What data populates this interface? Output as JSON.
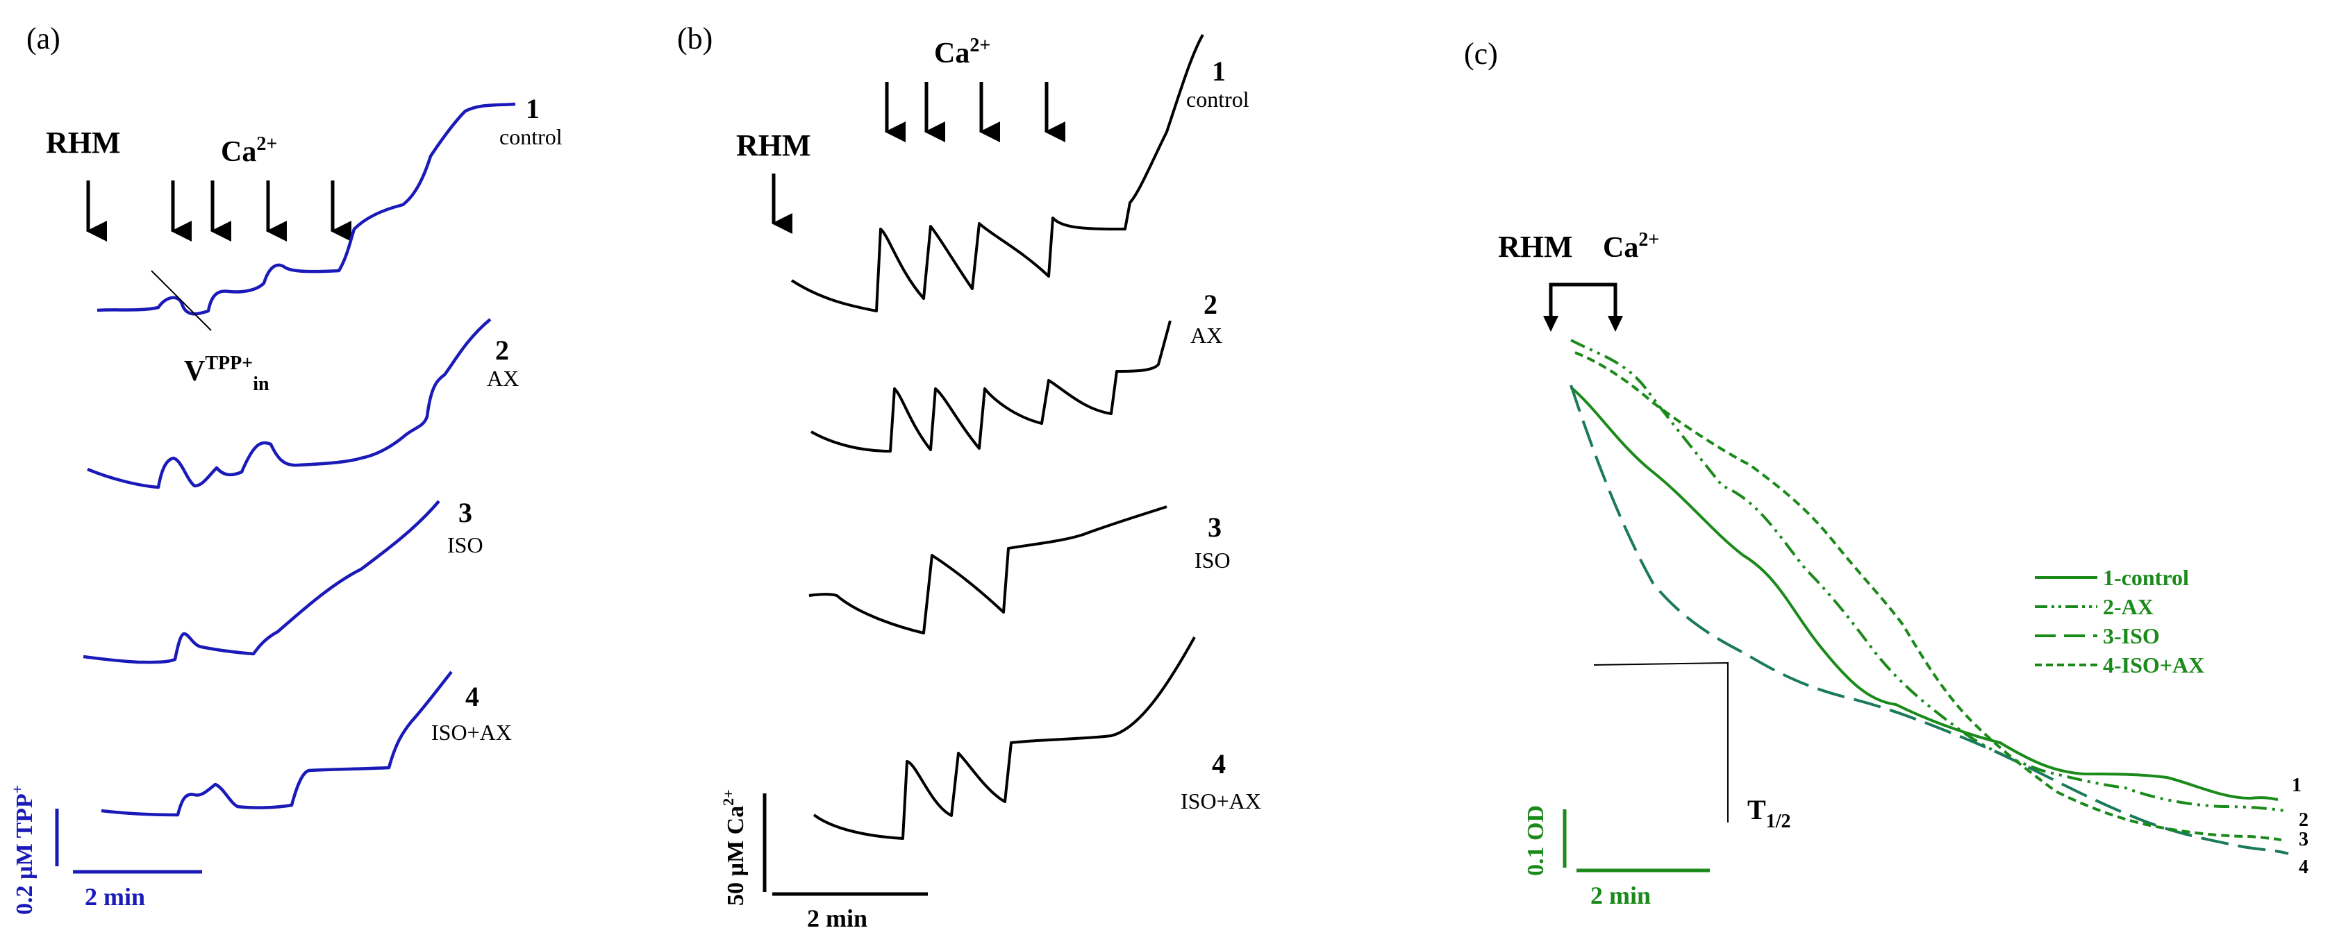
{
  "chart_data": [
    {
      "panel": "(a)",
      "type": "line",
      "color": "#1a1ab8",
      "markers": {
        "reagent_1": "RHM",
        "reagent_2": "Ca",
        "reagent_2_sup": "2+"
      },
      "rate_label": {
        "main": "V",
        "sup": "TPP+",
        "sub": "in"
      },
      "scale_bar": {
        "y_label": "0.2 µM TPP",
        "y_label_sup": "+",
        "x_label": "2 min"
      },
      "series": [
        {
          "num": "1",
          "name": "control",
          "values": [
            [
              0,
              0
            ],
            [
              0.5,
              0.02
            ],
            [
              1,
              0
            ],
            [
              1.5,
              0.1
            ],
            [
              1.8,
              0
            ],
            [
              2.1,
              0.05
            ],
            [
              2.5,
              0.18
            ],
            [
              3.2,
              0.12
            ],
            [
              3.8,
              0.25
            ],
            [
              4.3,
              0.5
            ],
            [
              4.9,
              0.8
            ],
            [
              5.5,
              1.4
            ],
            [
              6.2,
              1.7
            ]
          ]
        },
        {
          "num": "2",
          "name": "AX",
          "values": [
            [
              0,
              0
            ],
            [
              1,
              0.1
            ],
            [
              1.5,
              0.25
            ],
            [
              2,
              0.05
            ],
            [
              2.6,
              0.2
            ],
            [
              3.2,
              0.05
            ],
            [
              3.8,
              0.25
            ],
            [
              4.3,
              0.1
            ],
            [
              5.5,
              0.2
            ],
            [
              6.2,
              0.4
            ],
            [
              6.8,
              0.9
            ]
          ]
        },
        {
          "num": "3",
          "name": "ISO",
          "values": [
            [
              0,
              0
            ],
            [
              1.5,
              0
            ],
            [
              2.2,
              0.1
            ],
            [
              2.6,
              0.3
            ],
            [
              3,
              0.15
            ],
            [
              4.2,
              0.1
            ],
            [
              5,
              0.4
            ],
            [
              6,
              0.8
            ],
            [
              6.7,
              1.2
            ]
          ]
        },
        {
          "num": "4",
          "name": "ISO+AX",
          "values": [
            [
              0,
              0
            ],
            [
              1.4,
              0.02
            ],
            [
              1.8,
              0.1
            ],
            [
              2.5,
              0.2
            ],
            [
              3.2,
              0.02
            ],
            [
              3.8,
              0.15
            ],
            [
              5,
              0.2
            ],
            [
              5.7,
              0.3
            ],
            [
              6.3,
              0.8
            ],
            [
              6.8,
              1.1
            ]
          ]
        }
      ]
    },
    {
      "panel": "(b)",
      "type": "line",
      "color": "#000000",
      "markers": {
        "reagent_1": "RHM",
        "reagent_2": "Ca",
        "reagent_2_sup": "2+"
      },
      "scale_bar": {
        "y_label": "50 µM Ca",
        "y_label_sup": "2+",
        "x_label": "2 min"
      },
      "series": [
        {
          "num": "1",
          "name": "control",
          "values": [
            [
              0,
              0
            ],
            [
              1.5,
              0.1
            ],
            [
              1.6,
              0.8
            ],
            [
              2.1,
              0.1
            ],
            [
              2.2,
              0.8
            ],
            [
              2.7,
              0.1
            ],
            [
              2.8,
              0.8
            ],
            [
              3.7,
              0.4
            ],
            [
              3.8,
              0.8
            ],
            [
              4.8,
              0.8
            ],
            [
              5.3,
              2
            ],
            [
              6,
              3.5
            ]
          ]
        },
        {
          "num": "2",
          "name": "AX",
          "values": [
            [
              0,
              0
            ],
            [
              1.2,
              0.1
            ],
            [
              1.3,
              0.6
            ],
            [
              1.6,
              0.1
            ],
            [
              1.8,
              0.6
            ],
            [
              2.3,
              0.1
            ],
            [
              2.5,
              0.6
            ],
            [
              3.3,
              0.4
            ],
            [
              3.5,
              0.6
            ],
            [
              4.7,
              0.6
            ],
            [
              4.8,
              0.9
            ]
          ]
        },
        {
          "num": "3",
          "name": "ISO",
          "values": [
            [
              0,
              0
            ],
            [
              0.4,
              0
            ],
            [
              1.5,
              -0.3
            ],
            [
              1.6,
              0.4
            ],
            [
              2.4,
              0.05
            ],
            [
              2.5,
              0.5
            ],
            [
              3.4,
              0.6
            ],
            [
              5,
              0.8
            ]
          ]
        },
        {
          "num": "4",
          "name": "ISO+AX",
          "values": [
            [
              0,
              0
            ],
            [
              1.3,
              -0.2
            ],
            [
              1.4,
              0.6
            ],
            [
              2,
              0.2
            ],
            [
              2.2,
              0.6
            ],
            [
              2.7,
              0.2
            ],
            [
              2.9,
              0.6
            ],
            [
              4,
              0.7
            ],
            [
              5.3,
              1.5
            ]
          ]
        }
      ]
    },
    {
      "panel": "(c)",
      "type": "line",
      "color": "#1a8a1a",
      "markers": {
        "reagent_1": "RHM",
        "reagent_2": "Ca",
        "reagent_2_sup": "2+"
      },
      "t_half": {
        "main": "T",
        "sub": "1/2"
      },
      "scale_bar": {
        "y_label": "0.1 OD",
        "x_label": "2 min"
      },
      "legend": [
        {
          "label": "1-control",
          "dash": "solid",
          "color": "#1a8a1a"
        },
        {
          "label": "2-AX",
          "dash": "dashdotdot",
          "color": "#1a8a1a"
        },
        {
          "label": "3-ISO",
          "dash": "longdash",
          "color": "#1a8a1a"
        },
        {
          "label": "4-ISO+AX",
          "dash": "shortdash",
          "color": "#1a8a1a"
        }
      ],
      "series": [
        {
          "num": "1",
          "name": "1-control",
          "values": [
            [
              0,
              0
            ],
            [
              1,
              -0.6
            ],
            [
              2,
              -1
            ],
            [
              3,
              -1.5
            ],
            [
              4,
              -2.1
            ],
            [
              5,
              -2.3
            ],
            [
              6,
              -2.4
            ],
            [
              7,
              -2.6
            ],
            [
              8,
              -2.6
            ],
            [
              9,
              -2.7
            ]
          ]
        },
        {
          "num": "2",
          "name": "2-AX",
          "values": [
            [
              0,
              0.1
            ],
            [
              1,
              -0.05
            ],
            [
              2,
              -0.5
            ],
            [
              3,
              -1
            ],
            [
              4,
              -1.6
            ],
            [
              5,
              -2.1
            ],
            [
              6,
              -2.6
            ],
            [
              7,
              -2.8
            ],
            [
              8,
              -2.85
            ],
            [
              9,
              -2.9
            ]
          ]
        },
        {
          "num": "3",
          "name": "3-ISO",
          "values": [
            [
              0,
              0
            ],
            [
              0.5,
              -0.6
            ],
            [
              1,
              -1.1
            ],
            [
              2,
              -1.5
            ],
            [
              3,
              -1.7
            ],
            [
              4,
              -2
            ],
            [
              5,
              -2.4
            ],
            [
              6,
              -2.8
            ],
            [
              7,
              -3
            ],
            [
              8,
              -3.05
            ],
            [
              9,
              -3.1
            ]
          ]
        },
        {
          "num": "4",
          "name": "4-ISO+AX",
          "values": [
            [
              0,
              0.15
            ],
            [
              1,
              0
            ],
            [
              2,
              -0.3
            ],
            [
              3,
              -0.8
            ],
            [
              4,
              -1.5
            ],
            [
              5,
              -2
            ],
            [
              6,
              -2.5
            ],
            [
              7,
              -2.8
            ],
            [
              8,
              -3
            ],
            [
              9,
              -3.2
            ]
          ]
        }
      ]
    }
  ]
}
